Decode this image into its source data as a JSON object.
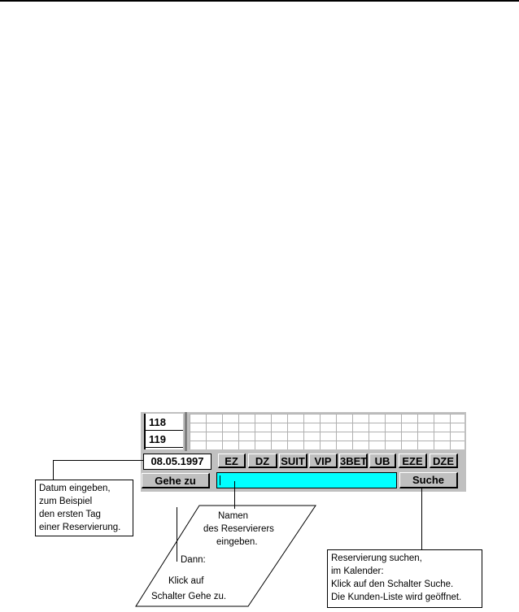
{
  "rooms": [
    "118",
    "119"
  ],
  "date_value": "08.05.1997",
  "category_buttons": [
    "EZ",
    "DZ",
    "SUIT",
    "VIP",
    "3BET",
    "UB",
    "EZE",
    "DZE"
  ],
  "goto_button": "Gehe zu",
  "search_button": "Suche",
  "search_value": "",
  "callout_date": [
    "Datum eingeben,",
    "zum Beispiel",
    "den ersten Tag",
    "einer Reservierung."
  ],
  "callout_name": [
    "Namen",
    "des Reservierers",
    "eingeben."
  ],
  "callout_then": [
    "Dann:",
    "Klick auf",
    "Schalter Gehe zu."
  ],
  "callout_search": [
    "Reservierung suchen,",
    "im Kalender:",
    "Klick auf den Schalter Suche.",
    "Die Kunden-Liste wird geöffnet."
  ],
  "colors": {
    "search_field": "#00ffff",
    "panel": "#c0c0c0"
  }
}
